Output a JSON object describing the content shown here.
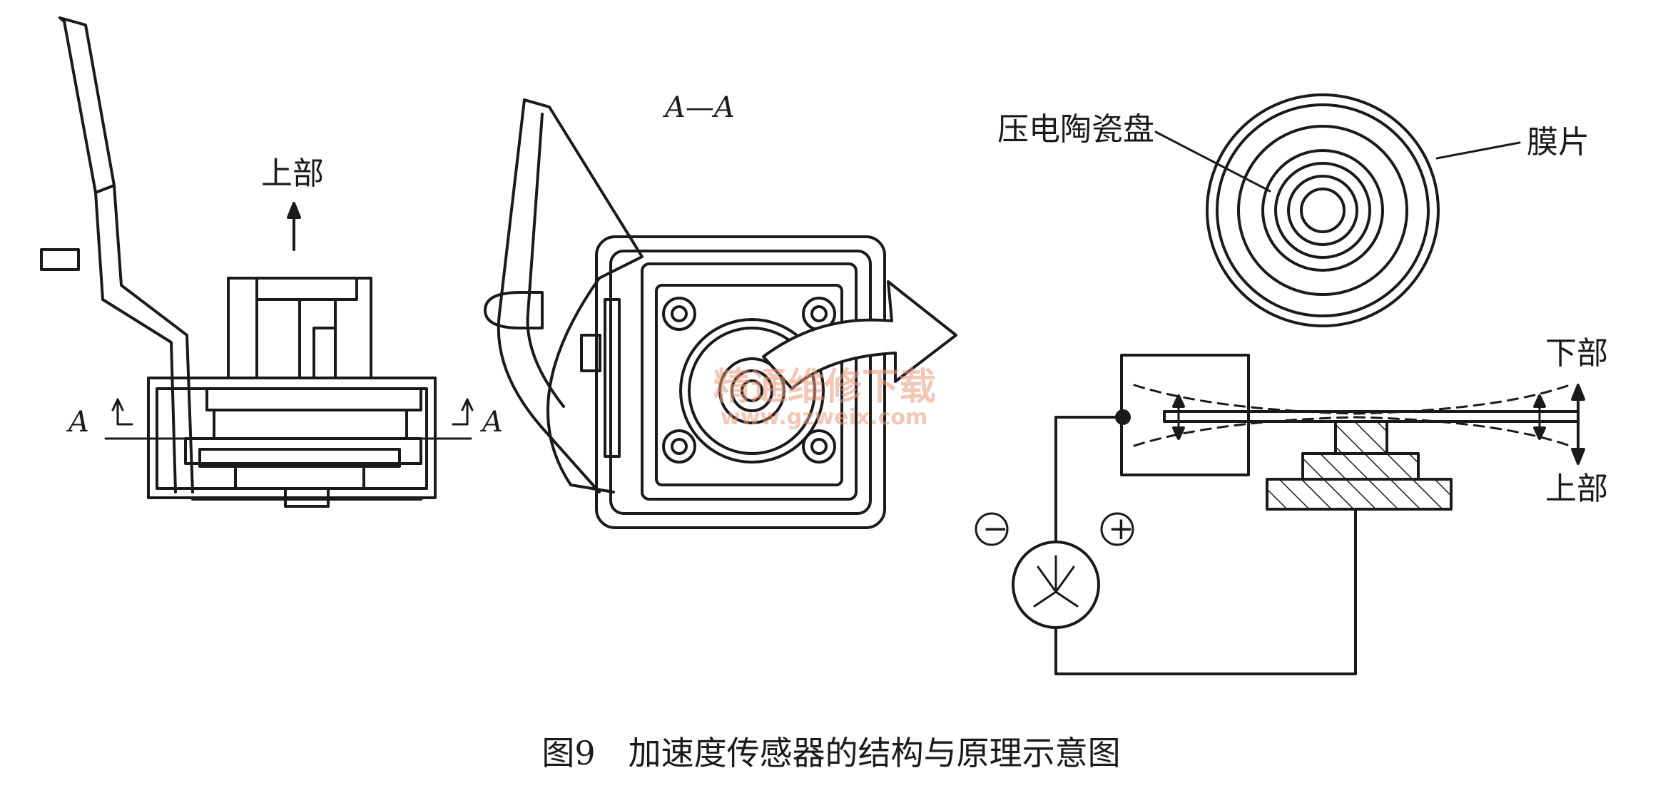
{
  "left_view": {
    "up_label": "上部",
    "section_mark_left": "A",
    "section_mark_right": "A"
  },
  "middle_view": {
    "section_title": "A—A"
  },
  "right_view": {
    "piezo_label": "压电陶瓷盘",
    "membrane_label": "膜片",
    "down_label": "下部",
    "up_label": "上部",
    "minus_sign": "−",
    "plus_sign": "+"
  },
  "watermark": {
    "text": "精通维修下载",
    "url": "www.gzweix.com"
  },
  "caption": "图9　加速度传感器的结构与原理示意图"
}
